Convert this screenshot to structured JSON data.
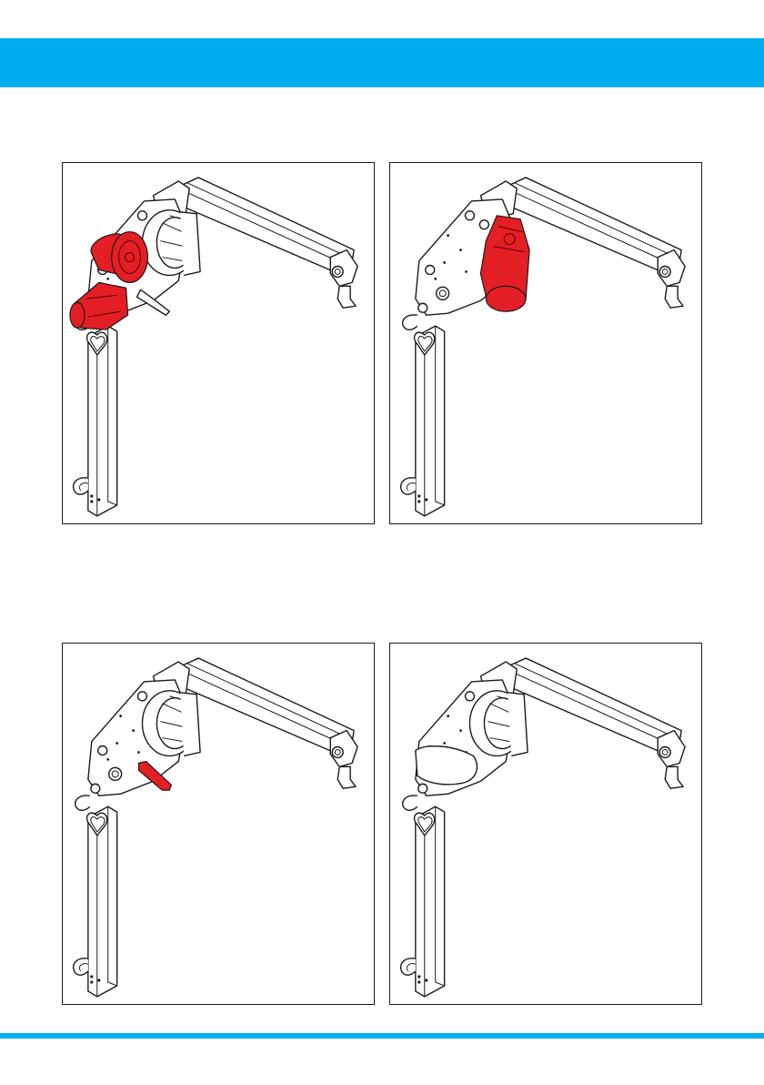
{
  "colors": {
    "header": "#00aeef",
    "highlight": "#e31e24",
    "line": "#1a1a1a"
  },
  "figures": [
    {
      "highlight": "motor-gearbox"
    },
    {
      "highlight": "motor-under-cover"
    },
    {
      "highlight": "crank-handle"
    },
    {
      "highlight": "none"
    }
  ]
}
